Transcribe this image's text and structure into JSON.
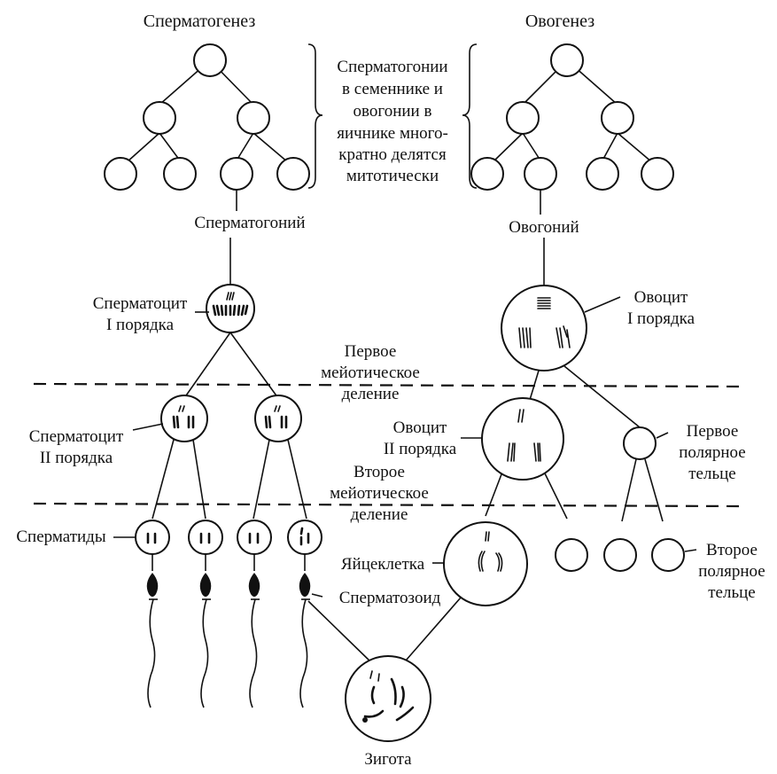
{
  "labels": {
    "spermatogenesis": "Сперматогенез",
    "oogenesis": "Овогенез",
    "mitosis_note": [
      "Сперматогонии",
      "в семеннике и",
      "овогонии в",
      "яичнике много-",
      "кратно делятся",
      "митотически"
    ],
    "spermatogonium": "Сперматогоний",
    "oogonium": "Овогоний",
    "spermatocyte_1": [
      "Сперматоцит",
      "I порядка"
    ],
    "oocyte_1": [
      "Овоцит",
      "I порядка"
    ],
    "meiosis_1": [
      "Первое",
      "мейотическое",
      "деление"
    ],
    "spermatocyte_2": [
      "Сперматоцит",
      "II порядка"
    ],
    "oocyte_2": [
      "Овоцит",
      "II порядка"
    ],
    "polar_body_1": [
      "Первое",
      "полярное",
      "тельце"
    ],
    "meiosis_2": [
      "Второе",
      "мейотическое",
      "деление"
    ],
    "spermatids": "Сперматиды",
    "egg": "Яйцеклетка",
    "polar_body_2": [
      "Второе",
      "полярное",
      "тельце"
    ],
    "sperm": "Сперматозоид",
    "zygote": "Зигота"
  },
  "colors": {
    "ink": "#111111",
    "background": "#ffffff"
  }
}
